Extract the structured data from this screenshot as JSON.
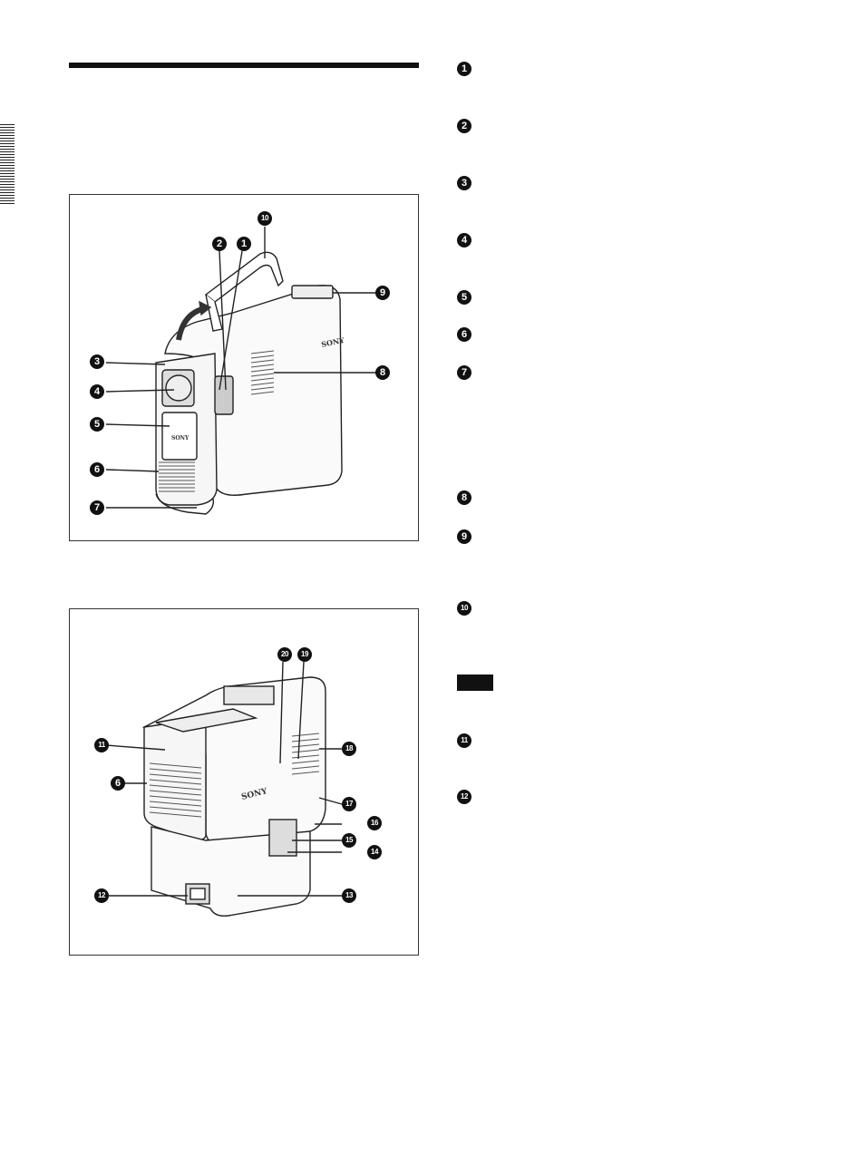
{
  "legend_markers": [
    "1",
    "2",
    "3",
    "4",
    "5",
    "6",
    "7",
    "8",
    "9",
    "10",
    "11",
    "12"
  ],
  "figure_front": {
    "brand_text": "SONY",
    "callouts": [
      "1",
      "2",
      "3",
      "4",
      "5",
      "6",
      "7",
      "8",
      "9",
      "10"
    ]
  },
  "figure_rear": {
    "brand_text": "SONY",
    "callouts": [
      "20",
      "19",
      "11",
      "6",
      "18",
      "17",
      "16",
      "15",
      "14",
      "12",
      "13"
    ]
  },
  "colors": {
    "ink": "#111111",
    "paper": "#ffffff",
    "line": "#333333"
  }
}
